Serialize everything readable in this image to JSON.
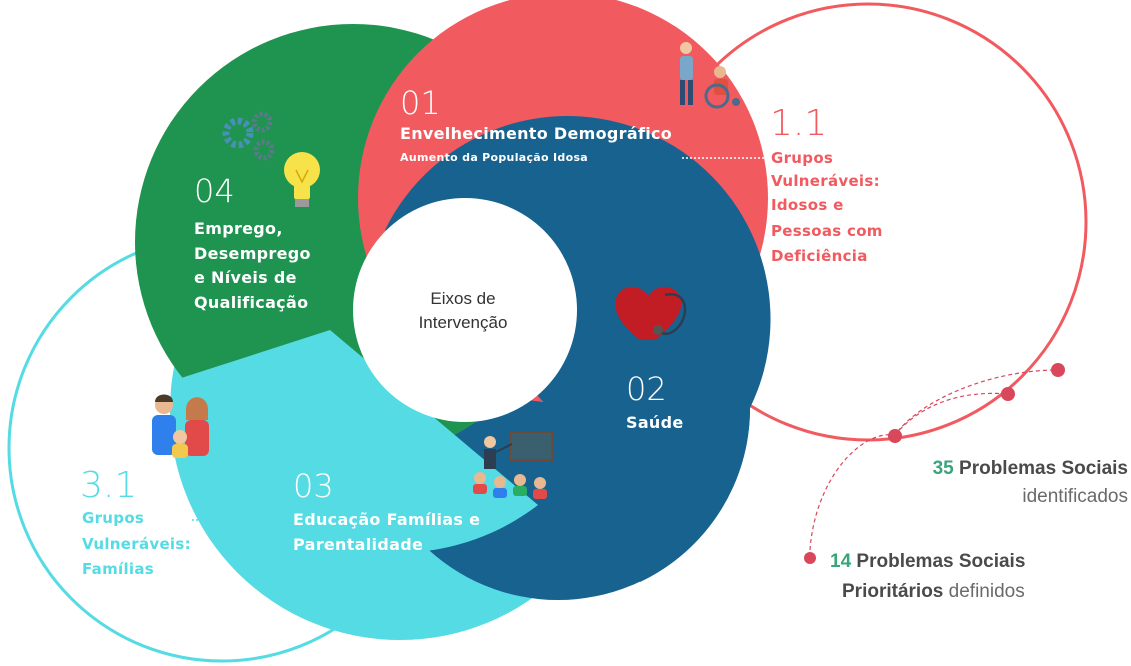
{
  "center": {
    "line1": "Eixos de",
    "line2": "Intervenção"
  },
  "axis01": {
    "number": "01",
    "title": "Envelhecimento Demográfico",
    "subtitle": "Aumento da População Idosa"
  },
  "axis02": {
    "number": "02",
    "title": "Saúde"
  },
  "axis03": {
    "number": "03",
    "line1": "Educação Famílias e",
    "line2": "Parentalidade"
  },
  "axis04": {
    "number": "04",
    "line1": "Emprego,",
    "line2": "Desemprego",
    "line3": "e Níveis de",
    "line4": "Qualificação"
  },
  "group11": {
    "number": "1.1",
    "line1": "Grupos",
    "line2": "Vulneráveis:",
    "line3": "Idosos e",
    "line4": "Pessoas com",
    "line5": "Deficiência"
  },
  "group31": {
    "number": "3.1",
    "line1": "Grupos",
    "line2": "Vulneráveis:",
    "line3": "Famílias"
  },
  "stats": {
    "identified": {
      "count": "35",
      "label": "Problemas Sociais",
      "sub": "identificados"
    },
    "priority": {
      "count": "14",
      "label": "Problemas Sociais",
      "sub_bold": "Prioritários",
      "sub": "definidos"
    }
  },
  "icons": [
    "gears-icon",
    "lightbulb-icon",
    "elderly-wheelchair-icon",
    "heart-stethoscope-icon",
    "family-icon",
    "teacher-classroom-icon"
  ],
  "colors": {
    "green": "#1e9450",
    "coral": "#f15a5f",
    "blue": "#17628f",
    "cyan": "#55dbe3",
    "stat_green": "#3aa47a",
    "dots": "#d9475b"
  }
}
